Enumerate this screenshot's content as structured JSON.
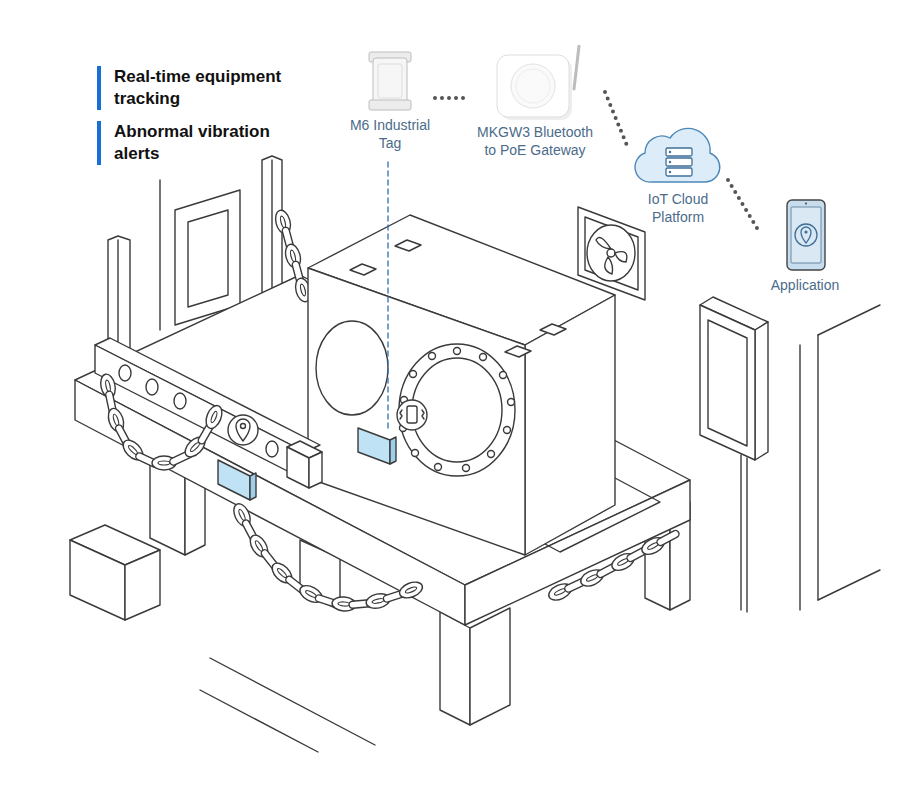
{
  "diagram": {
    "nodes": [
      {
        "text": [
          "M6 Industrial Tag"
        ]
      },
      {
        "text": [
          "MKGW3 Bluetooth to PoE Gateway"
        ]
      },
      {
        "text": [
          "IoT Cloud Platform"
        ]
      },
      {
        "text": [
          "Application"
        ]
      }
    ],
    "edges": [
      {
        "from": 0,
        "to": 1,
        "arrow": "none"
      },
      {
        "from": 1,
        "to": 2,
        "arrow": "none"
      },
      {
        "from": 2,
        "to": 3,
        "arrow": "none"
      }
    ],
    "labels": [
      "Real-time equipment tracking",
      "Abnormal vibration alerts"
    ]
  }
}
